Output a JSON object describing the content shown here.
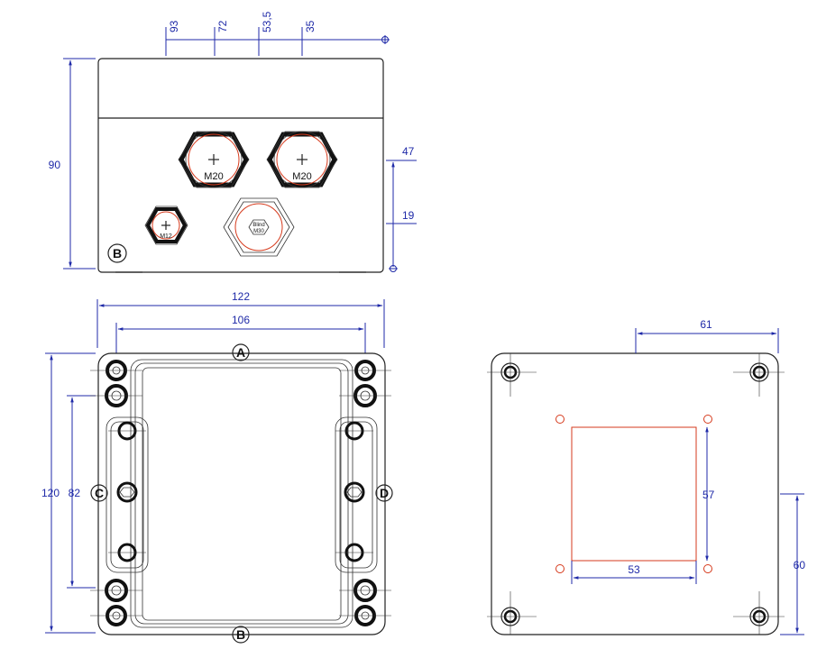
{
  "front_view": {
    "label": "B",
    "top_dims": [
      "93",
      "72",
      "53,5",
      "35"
    ],
    "height_dim": "90",
    "right_dims": [
      "47",
      "19"
    ],
    "glands": {
      "m20_left": "M20",
      "m20_right": "M20",
      "m12": "M12",
      "blind_line1": "Blind",
      "blind_line2": "M30"
    }
  },
  "top_view": {
    "width_outer": "122",
    "width_inner": "106",
    "height_outer": "120",
    "height_inner": "82",
    "labels": {
      "top": "A",
      "bottom": "B",
      "left": "C",
      "right": "D"
    }
  },
  "bottom_view": {
    "dim_61": "61",
    "dim_57": "57",
    "dim_53": "53",
    "dim_60": "60"
  }
}
